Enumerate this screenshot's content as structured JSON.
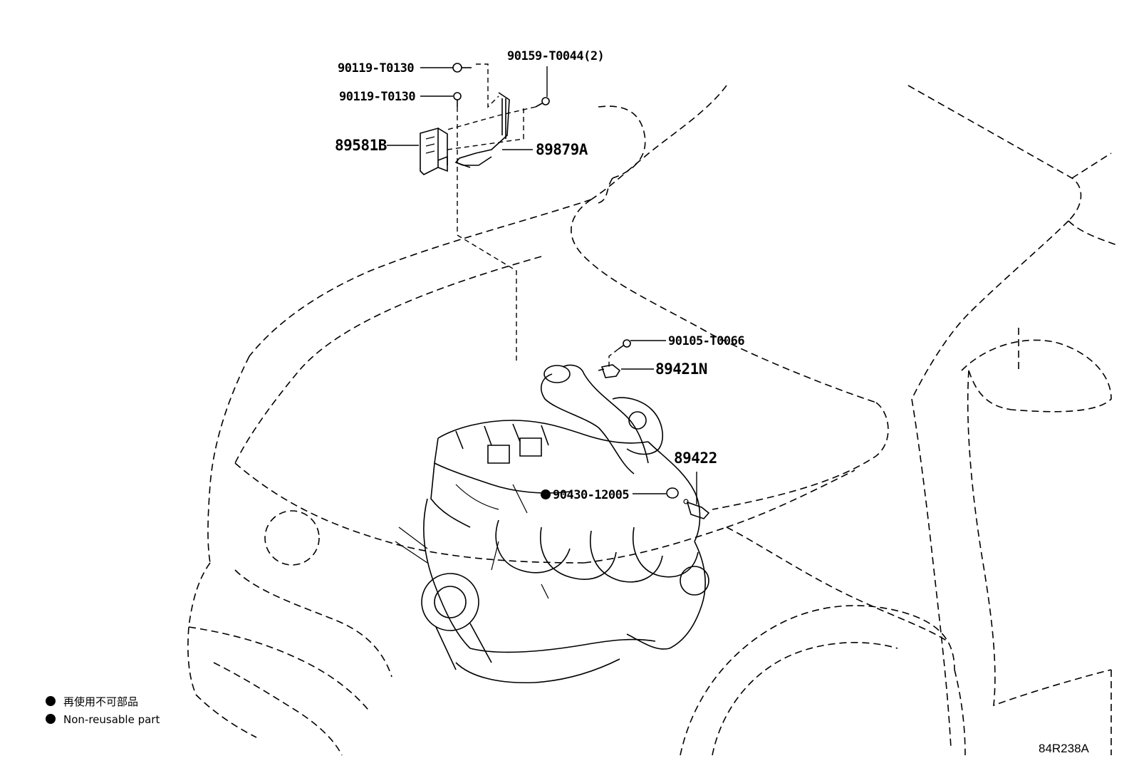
{
  "parts": {
    "bolt_upper": "90119-T0130",
    "bolt_lower": "90119-T0130",
    "screw_bracket": "90159-T0044(2)",
    "sensor_unit": "89581B",
    "bracket": "89879A",
    "bolt_sensor": "90105-T0066",
    "sensor_clip": "89421N",
    "sensor_temp": "89422",
    "gasket": "90430-12005"
  },
  "legend": {
    "jp": "再使用不可部品",
    "en": "Non-reusable part"
  },
  "reference_code": "84R238A"
}
